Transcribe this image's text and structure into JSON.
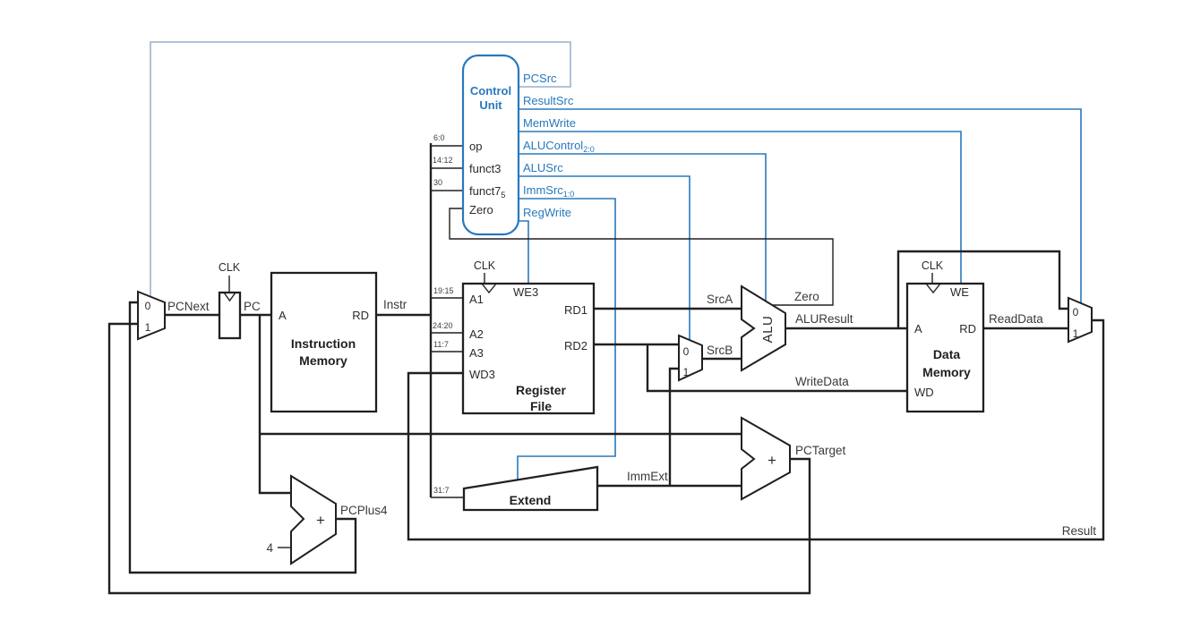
{
  "colors": {
    "wire": "#231f20",
    "control": "#2878bd",
    "control_light": "#a8bcd2",
    "label": "#3a3a3a",
    "title": "#1f1f1f"
  },
  "control_unit": {
    "title1": "Control",
    "title2": "Unit",
    "inputs": {
      "op": "op",
      "funct3": "funct3",
      "funct7": "funct7",
      "funct7_sub": "5",
      "zero": "Zero"
    },
    "input_bits": {
      "op": "6:0",
      "funct3": "14:12",
      "funct7": "30"
    },
    "outputs": {
      "pcsrc": "PCSrc",
      "resultsrc": "ResultSrc",
      "memwrite": "MemWrite",
      "alucontrol": "ALUControl",
      "alucontrol_sub": "2:0",
      "alusrc": "ALUSrc",
      "immsrc": "ImmSrc",
      "immsrc_sub": "1:0",
      "regwrite": "RegWrite"
    }
  },
  "blocks": {
    "pc_register": {
      "clk": "CLK"
    },
    "instruction_memory": {
      "title1": "Instruction",
      "title2": "Memory",
      "a": "A",
      "rd": "RD"
    },
    "register_file": {
      "clk": "CLK",
      "title1": "Register",
      "title2": "File",
      "we3": "WE3",
      "a1": "A1",
      "a2": "A2",
      "a3": "A3",
      "wd3": "WD3",
      "rd1": "RD1",
      "rd2": "RD2",
      "bits_a1": "19:15",
      "bits_a2": "24:20",
      "bits_a3": "11:7"
    },
    "extend": {
      "title": "Extend",
      "bits": "31:7"
    },
    "alu": {
      "title": "ALU"
    },
    "data_memory": {
      "clk": "CLK",
      "title1": "Data",
      "title2": "Memory",
      "we": "WE",
      "a": "A",
      "rd": "RD",
      "wd": "WD"
    },
    "pcplus4_adder": {
      "plus": "+",
      "operand": "4"
    },
    "pctarget_adder": {
      "plus": "+"
    }
  },
  "muxes": {
    "pc_mux": {
      "in0": "0",
      "in1": "1"
    },
    "srcb_mux": {
      "in0": "0",
      "in1": "1"
    },
    "result_mux": {
      "in0": "0",
      "in1": "1"
    }
  },
  "signals": {
    "pcnext": "PCNext",
    "pc": "PC",
    "instr": "Instr",
    "srca": "SrcA",
    "srcb": "SrcB",
    "zero": "Zero",
    "aluresult": "ALUResult",
    "writedata": "WriteData",
    "readdata": "ReadData",
    "immext": "ImmExt",
    "pcplus4": "PCPlus4",
    "pctarget": "PCTarget",
    "result": "Result"
  }
}
